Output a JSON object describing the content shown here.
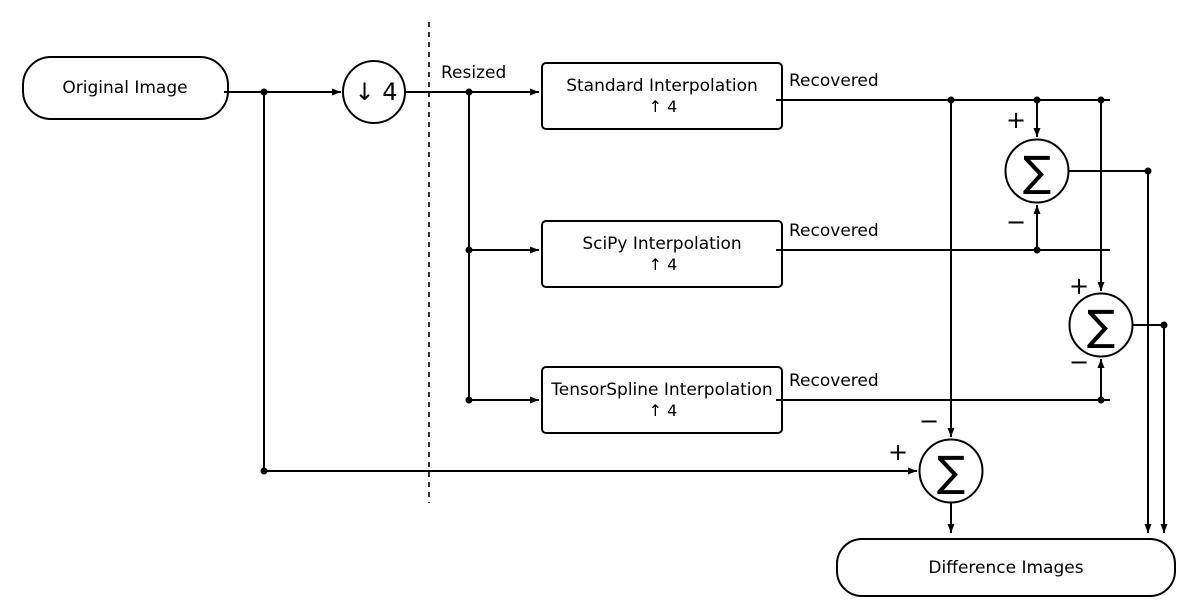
{
  "nodes": {
    "original": "Original Image",
    "downsample": "↓ 4",
    "standard": {
      "title": "Standard Interpolation",
      "factor": "↑ 4"
    },
    "scipy": {
      "title": "SciPy Interpolation",
      "factor": "↑ 4"
    },
    "tensorspline": {
      "title": "TensorSpline Interpolation",
      "factor": "↑ 4"
    },
    "difference": "Difference Images"
  },
  "labels": {
    "resized": "Resized",
    "recovered": "Recovered"
  },
  "symbols": {
    "sum": "∑",
    "plus": "+",
    "minus": "−"
  }
}
